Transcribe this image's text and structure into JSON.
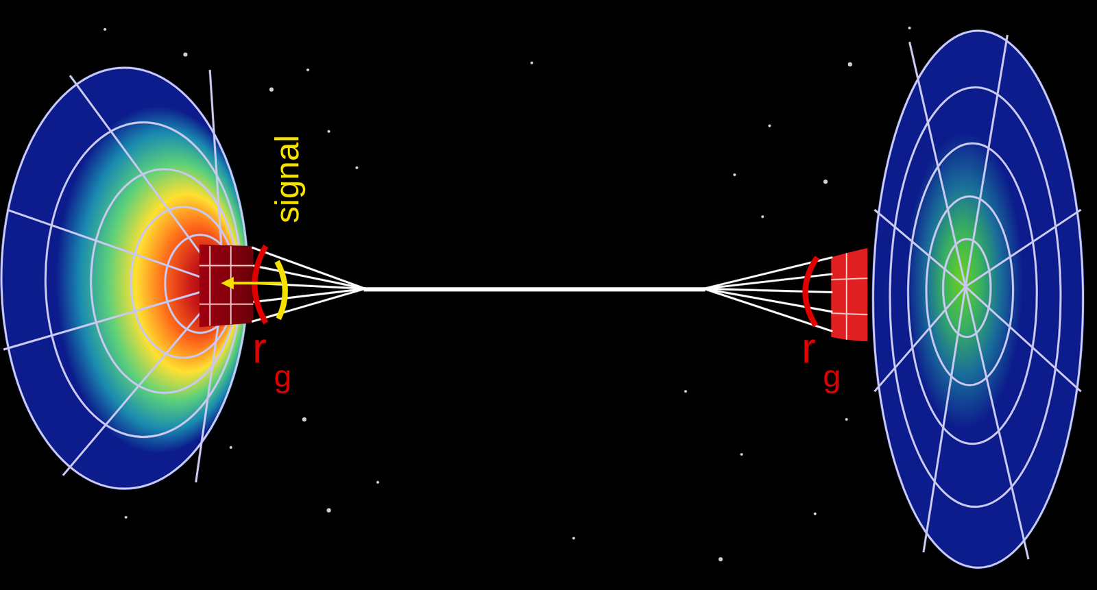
{
  "diagram": {
    "labels": [
      "signal",
      "r",
      "g",
      "r",
      "g"
    ]
  }
}
